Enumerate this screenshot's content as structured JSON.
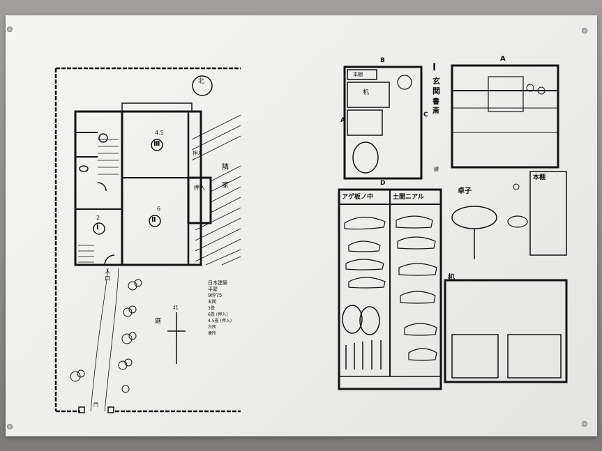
{
  "left_plan": {
    "north_label": "北",
    "room_labels": [
      "Ⅰ",
      "Ⅱ",
      "Ⅲ"
    ],
    "mat_counts": [
      "2",
      "6",
      "4.5"
    ],
    "entrance_label": "入口",
    "garden_label": "庭",
    "neighbor_label": "隣家",
    "gate_label": "門",
    "side_labels": [
      "押入",
      "押入"
    ],
    "legend_title": "日本建築",
    "legend_lines": [
      "平屋",
      "9坪75",
      "玄関",
      "3畳",
      "6畳 (押入)",
      "4.5畳 (押入)",
      "台所",
      "便所"
    ]
  },
  "right_panels": {
    "entrance_title": "玄関",
    "entrance_sub": "書斎",
    "section_a": "A",
    "section_b": "B",
    "section_c": "C",
    "section_d": "D",
    "shoes_left_title": "アゲ板ノ中",
    "shoes_right_title": "土間ニアル",
    "table_title": "卓子",
    "bookshelf_title": "本棚",
    "desk_title": "机",
    "key_label": "鍵",
    "desk_label": "机",
    "shelf_label": "本棚",
    "roman_one": "Ⅰ"
  }
}
